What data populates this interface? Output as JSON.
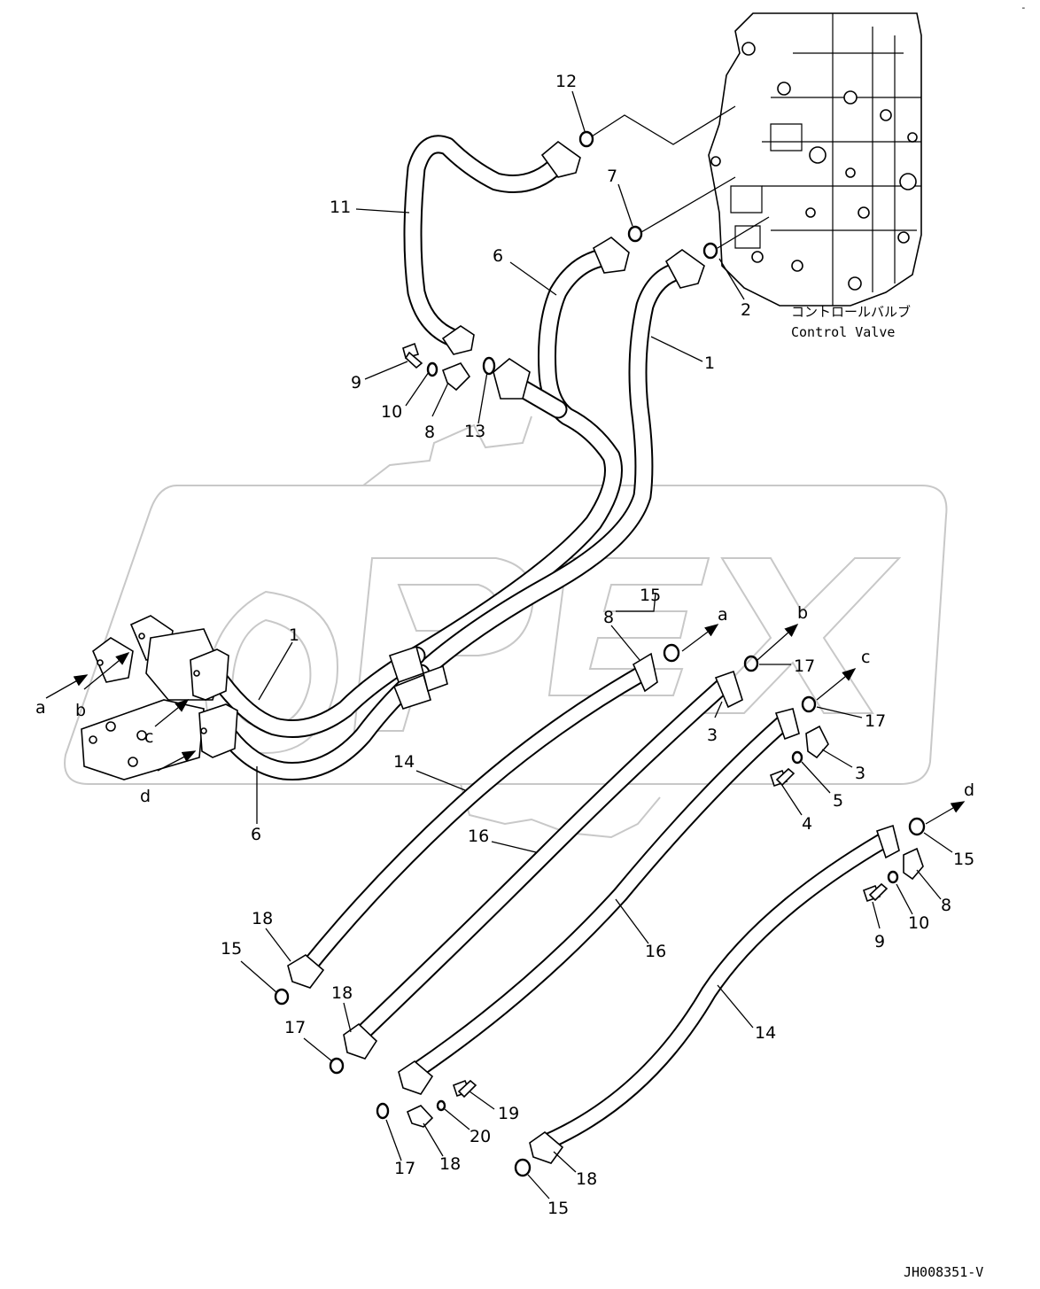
{
  "drawing_code": "JH008351-V",
  "corner_mark": "-",
  "watermark": "OPEX",
  "control_valve": {
    "label_jp": "コントロールバルブ",
    "label_en": "Control Valve"
  },
  "callouts": [
    {
      "id": "c12",
      "text": "12"
    },
    {
      "id": "c11",
      "text": "11"
    },
    {
      "id": "c7",
      "text": "7"
    },
    {
      "id": "c6a",
      "text": "6"
    },
    {
      "id": "c2",
      "text": "2"
    },
    {
      "id": "c1a",
      "text": "1"
    },
    {
      "id": "c9a",
      "text": "9"
    },
    {
      "id": "c10a",
      "text": "10"
    },
    {
      "id": "c8a",
      "text": "8"
    },
    {
      "id": "c13",
      "text": "13"
    },
    {
      "id": "c1b",
      "text": "1"
    },
    {
      "id": "c6b",
      "text": "6"
    },
    {
      "id": "c15a",
      "text": "15"
    },
    {
      "id": "c8b",
      "text": "8"
    },
    {
      "id": "c17a",
      "text": "17"
    },
    {
      "id": "c17b",
      "text": "17"
    },
    {
      "id": "c3a",
      "text": "3"
    },
    {
      "id": "c3b",
      "text": "3"
    },
    {
      "id": "c5",
      "text": "5"
    },
    {
      "id": "c4",
      "text": "4"
    },
    {
      "id": "c14a",
      "text": "14"
    },
    {
      "id": "c16a",
      "text": "16"
    },
    {
      "id": "c15b",
      "text": "15"
    },
    {
      "id": "c8c",
      "text": "8"
    },
    {
      "id": "c10b",
      "text": "10"
    },
    {
      "id": "c9b",
      "text": "9"
    },
    {
      "id": "c16b",
      "text": "16"
    },
    {
      "id": "c18a",
      "text": "18"
    },
    {
      "id": "c15c",
      "text": "15"
    },
    {
      "id": "c18b",
      "text": "18"
    },
    {
      "id": "c17c",
      "text": "17"
    },
    {
      "id": "c14b",
      "text": "14"
    },
    {
      "id": "c19",
      "text": "19"
    },
    {
      "id": "c20",
      "text": "20"
    },
    {
      "id": "c17d",
      "text": "17"
    },
    {
      "id": "c18c",
      "text": "18"
    },
    {
      "id": "c18d",
      "text": "18"
    },
    {
      "id": "c15d",
      "text": "15"
    }
  ],
  "connection_letters": [
    {
      "id": "la1",
      "text": "a"
    },
    {
      "id": "lb1",
      "text": "b"
    },
    {
      "id": "lc1",
      "text": "c"
    },
    {
      "id": "ld1",
      "text": "d"
    },
    {
      "id": "la2",
      "text": "a"
    },
    {
      "id": "lb2",
      "text": "b"
    },
    {
      "id": "lc2",
      "text": "c"
    },
    {
      "id": "ld2",
      "text": "d"
    }
  ]
}
